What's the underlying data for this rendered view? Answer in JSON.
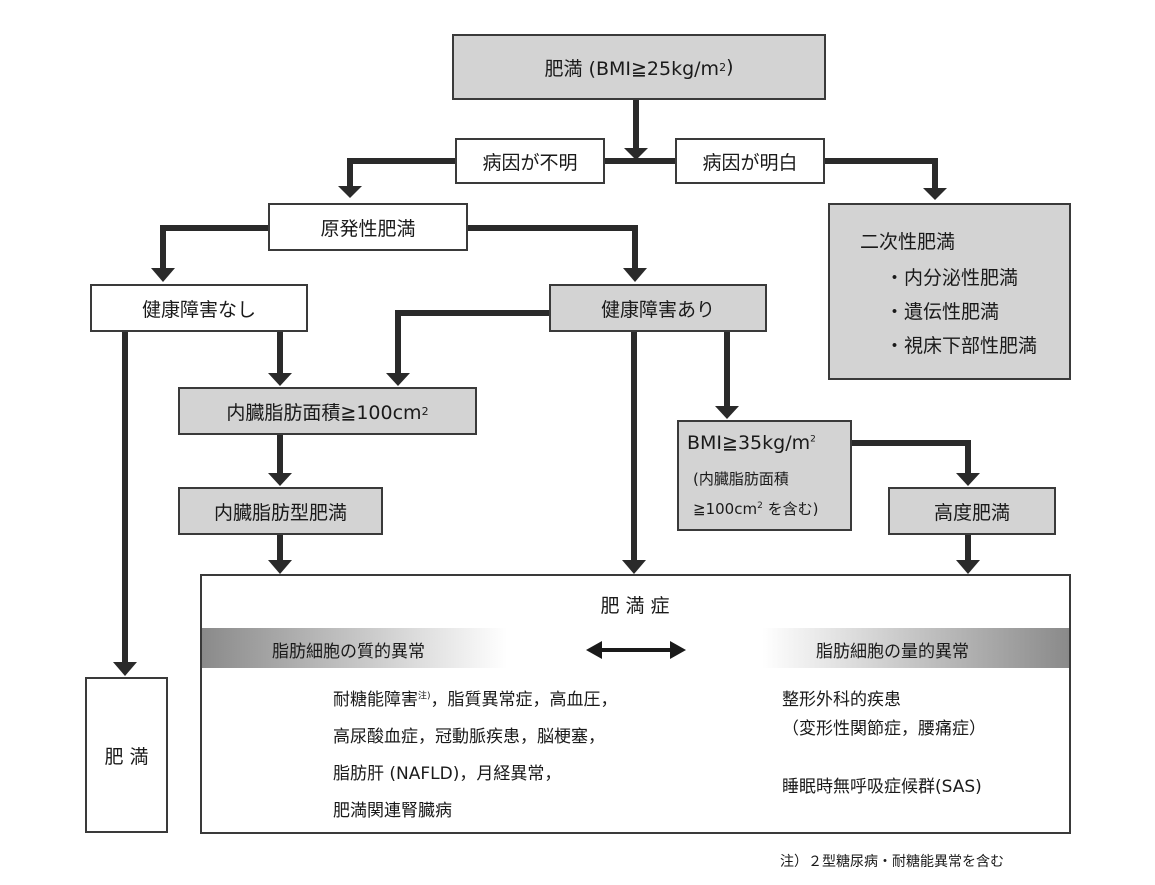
{
  "nodes": {
    "obesity_main": {
      "text": "肥満 (BMI≧25kg/m",
      "sup": "2",
      "tail": ")"
    },
    "cause_unknown": "病因が不明",
    "cause_known": "病因が明白",
    "primary_obesity": "原発性肥満",
    "no_health_disorder": "健康障害なし",
    "has_health_disorder": "健康障害あり",
    "visceral_fat_area": {
      "text": "内臓脂肪面積≧100cm",
      "sup": "2"
    },
    "visceral_fat_obesity": "内臓脂肪型肥満",
    "bmi35": {
      "line1": "BMI≧35kg/m",
      "sup": "2",
      "line2": "(内臓脂肪面積",
      "line3": "≧100cm",
      "line3_sup": "2",
      "line3_tail": " を含む)"
    },
    "severe_obesity": "高度肥満",
    "obesity_simple": "肥 満",
    "secondary": {
      "title": "二次性肥満",
      "items": [
        "・内分泌性肥満",
        "・遺伝性肥満",
        "・視床下部性肥満"
      ]
    },
    "obesity_disease": {
      "title": "肥 満 症",
      "left_band": "脂肪細胞の質的異常",
      "right_band": "脂肪細胞の量的異常",
      "left_lines": [
        {
          "text": "耐糖能障害",
          "sup": "注)",
          "tail": "，脂質異常症，高血圧，"
        },
        {
          "text": "高尿酸血症，冠動脈疾患，脳梗塞，"
        },
        {
          "text": "脂肪肝 (NAFLD)，月経異常，"
        },
        {
          "text": "肥満関連腎臓病"
        }
      ],
      "right_lines": [
        "整形外科的疾患",
        "（変形性関節症，腰痛症）",
        "睡眠時無呼吸症候群(SAS)"
      ]
    }
  },
  "footnote": "注）２型糖尿病・耐糖能異常を含む",
  "colors": {
    "box_gray": "#d3d3d3",
    "line": "#2a2a2a",
    "band_dark": "#8a8a8a"
  }
}
